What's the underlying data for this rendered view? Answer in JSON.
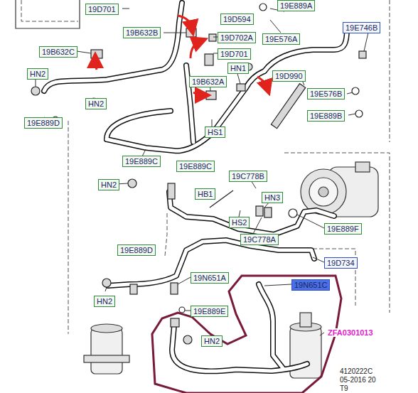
{
  "diagram": {
    "nodes": [
      {
        "text": [
          "19D701"
        ]
      },
      {
        "text": [
          "19D594"
        ]
      },
      {
        "text": [
          "19E889A"
        ]
      },
      {
        "text": [
          "19B632B"
        ]
      },
      {
        "text": [
          "19D702A"
        ]
      },
      {
        "text": [
          "19E576A"
        ]
      },
      {
        "text": [
          "19E746B"
        ]
      },
      {
        "text": [
          "19B632C"
        ]
      },
      {
        "text": [
          "19D701"
        ]
      },
      {
        "text": [
          "HN2"
        ]
      },
      {
        "text": [
          "HN1"
        ]
      },
      {
        "text": [
          "19D990"
        ]
      },
      {
        "text": [
          "19B632A"
        ]
      },
      {
        "text": [
          "19E576B"
        ]
      },
      {
        "text": [
          "HN2"
        ]
      },
      {
        "text": [
          "19E889B"
        ]
      },
      {
        "text": [
          "19E889D"
        ]
      },
      {
        "text": [
          "HS1"
        ]
      },
      {
        "text": [
          "19E889C"
        ]
      },
      {
        "text": [
          "19E889C"
        ]
      },
      {
        "text": [
          "19C778B"
        ]
      },
      {
        "text": [
          "HN2"
        ]
      },
      {
        "text": [
          "HB1"
        ]
      },
      {
        "text": [
          "HN3"
        ]
      },
      {
        "text": [
          "HS2"
        ]
      },
      {
        "text": [
          "19C778A"
        ]
      },
      {
        "text": [
          "19E889F"
        ]
      },
      {
        "text": [
          "19E889D"
        ]
      },
      {
        "text": [
          "19D734"
        ]
      },
      {
        "text": [
          "19N651A"
        ]
      },
      {
        "text": [
          "19N651C"
        ]
      },
      {
        "text": [
          "HN2"
        ]
      },
      {
        "text": [
          "19E889E"
        ]
      },
      {
        "text": [
          "HN2"
        ]
      }
    ],
    "labels": [
      "ZFA0301013",
      "4120222C",
      "05-2016 20",
      "T9"
    ]
  }
}
